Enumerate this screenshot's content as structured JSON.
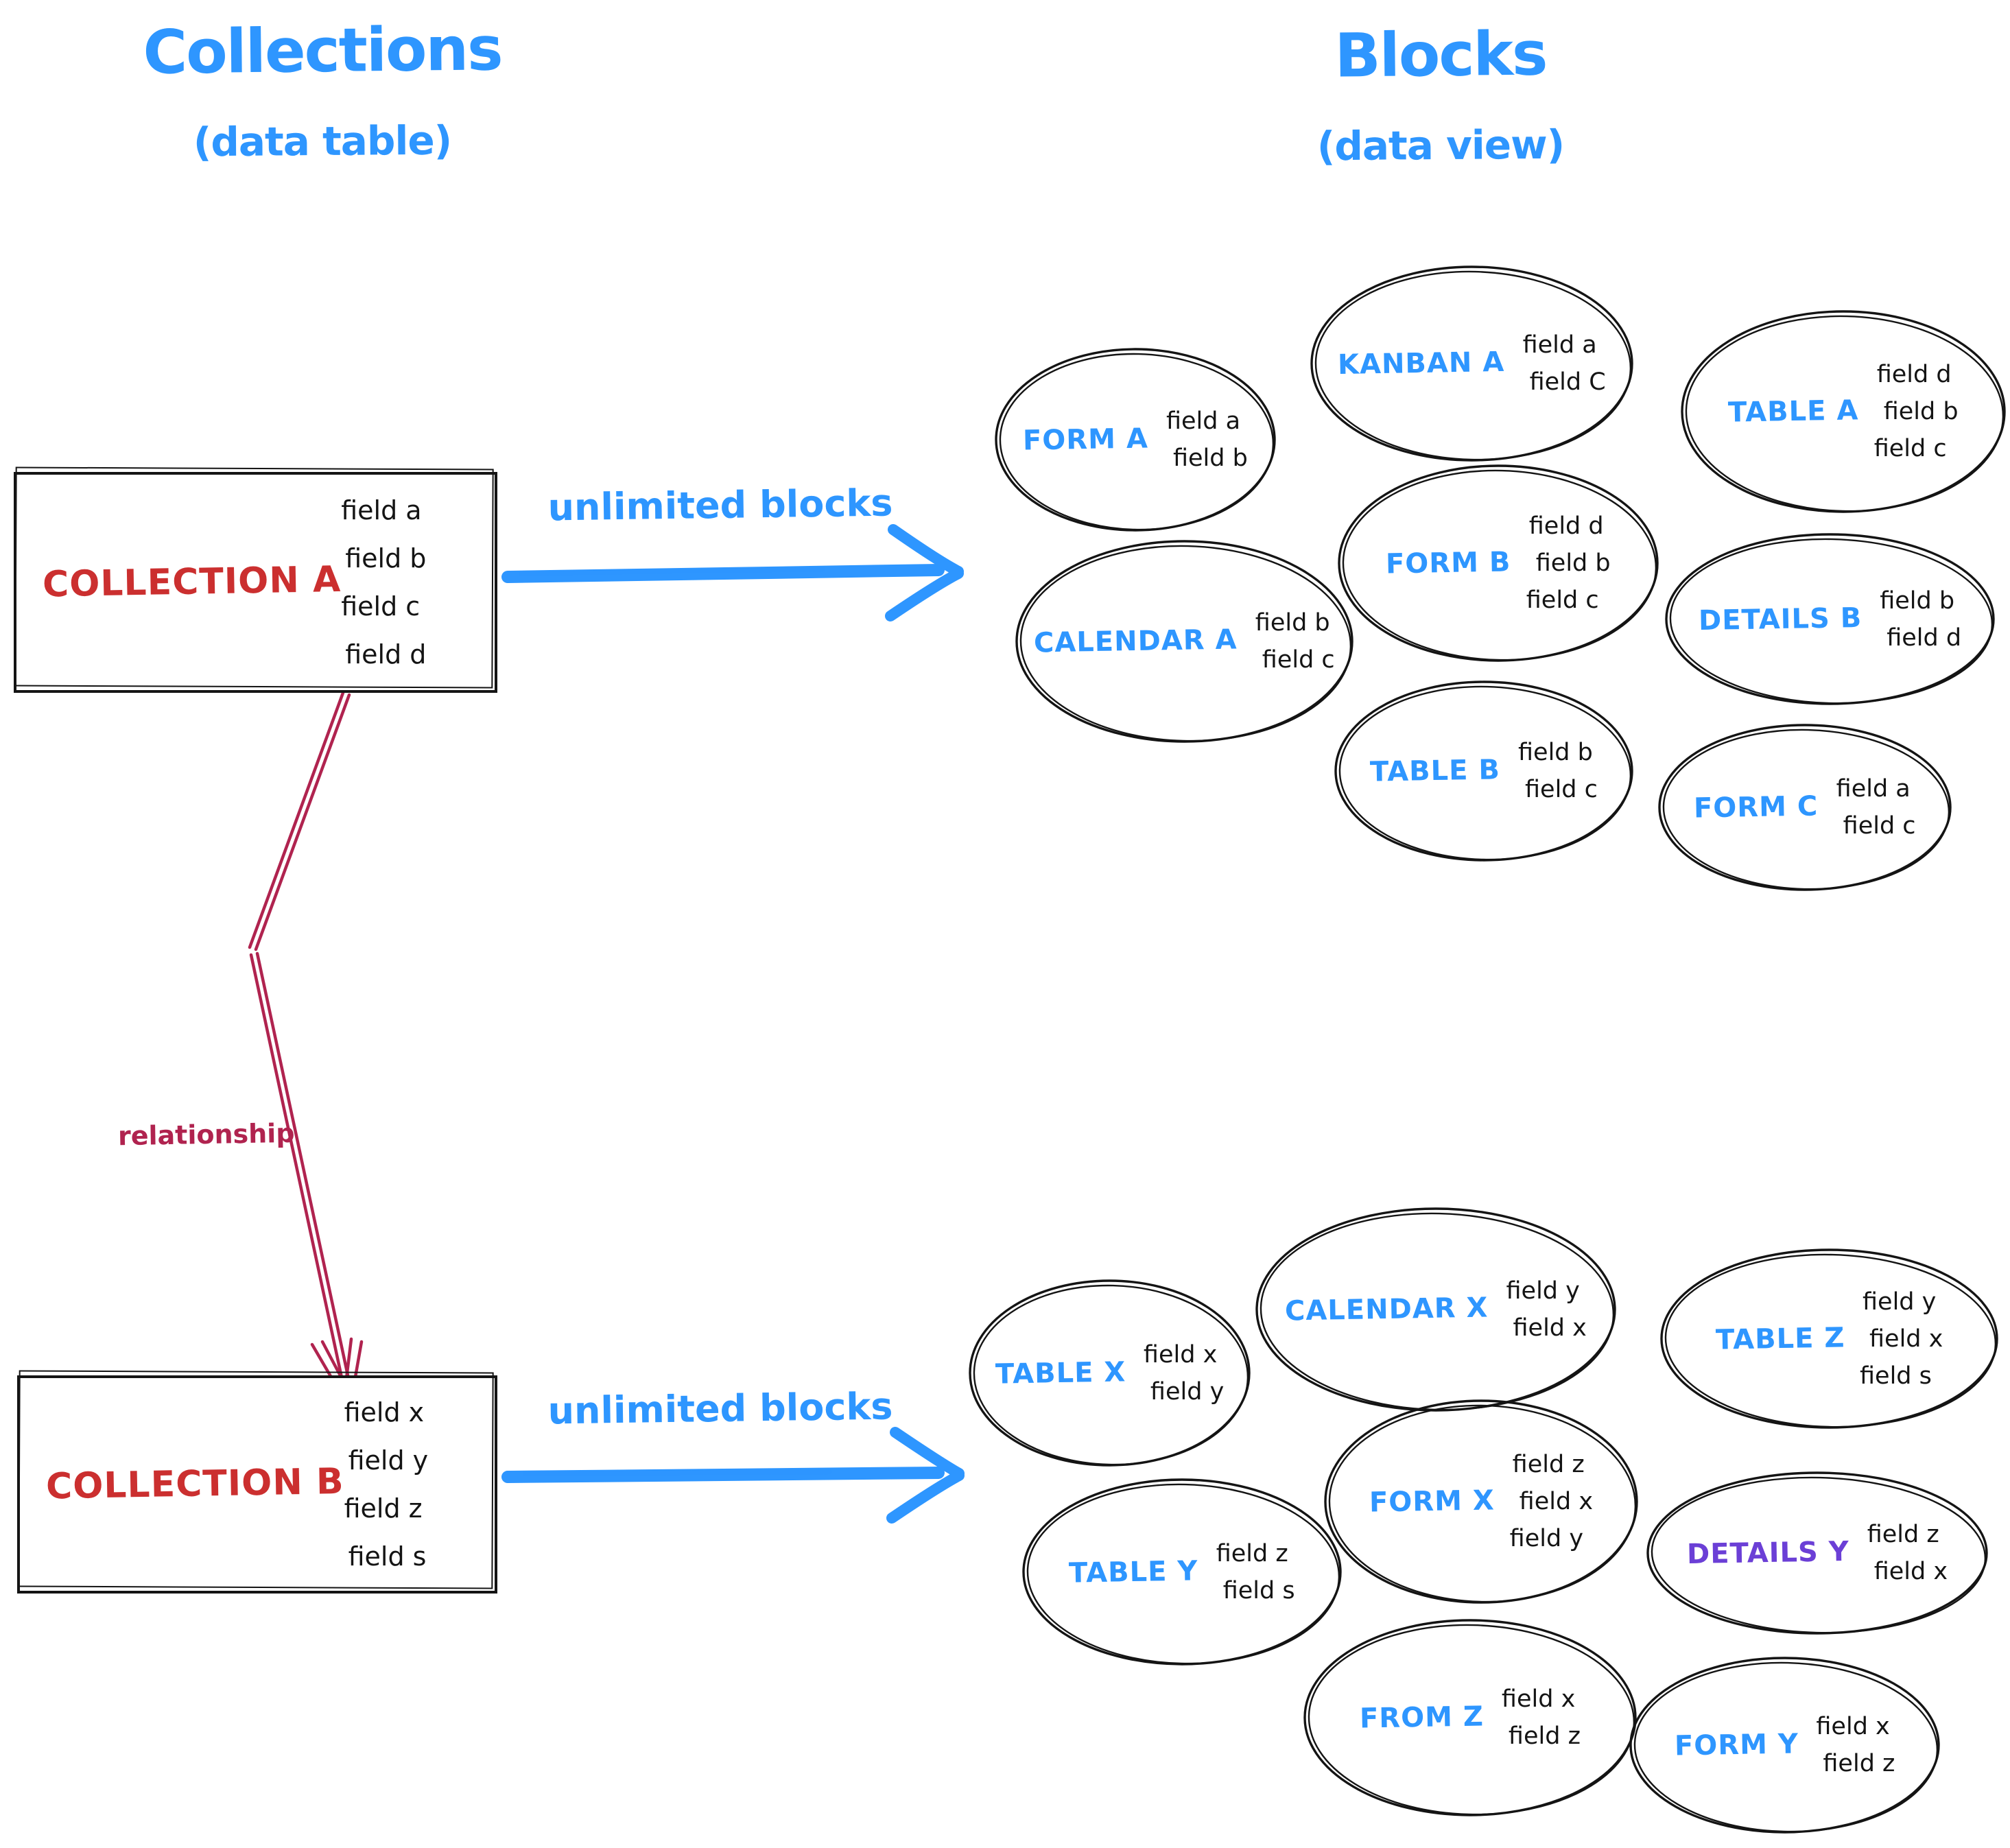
{
  "diagram": {
    "left": {
      "title": "Collections",
      "subtitle": "(data table)",
      "collections": [
        {
          "id": "collection-a",
          "name": "COLLECTION A",
          "fields": [
            "field a",
            "field b",
            "field c",
            "field d"
          ]
        },
        {
          "id": "collection-b",
          "name": "COLLECTION B",
          "fields": [
            "field x",
            "field y",
            "field z",
            "field s"
          ]
        }
      ],
      "relationship_label": "relationship"
    },
    "right": {
      "title": "Blocks",
      "subtitle": "(data view)",
      "arrows": [
        {
          "label": "unlimited blocks"
        },
        {
          "label": "unlimited blocks"
        }
      ],
      "blocks": [
        {
          "id": "form-a",
          "cluster": "collection-a",
          "label": "FORM A",
          "label_color": "blue",
          "fields": [
            "field a",
            "field b"
          ]
        },
        {
          "id": "kanban-a",
          "cluster": "collection-a",
          "label": "KANBAN A",
          "label_color": "blue",
          "fields": [
            "field a",
            "field C"
          ]
        },
        {
          "id": "table-a",
          "cluster": "collection-a",
          "label": "TABLE A",
          "label_color": "blue",
          "fields": [
            "field d",
            "field b",
            "field c"
          ]
        },
        {
          "id": "calendar-a",
          "cluster": "collection-a",
          "label": "CALENDAR A",
          "label_color": "blue",
          "fields": [
            "field b",
            "field c"
          ]
        },
        {
          "id": "form-b",
          "cluster": "collection-a",
          "label": "FORM B",
          "label_color": "blue",
          "fields": [
            "field d",
            "field b",
            "field c"
          ]
        },
        {
          "id": "details-b",
          "cluster": "collection-a",
          "label": "DETAILS B",
          "label_color": "blue",
          "fields": [
            "field b",
            "field d"
          ]
        },
        {
          "id": "table-b",
          "cluster": "collection-a",
          "label": "TABLE B",
          "label_color": "blue",
          "fields": [
            "field b",
            "field c"
          ]
        },
        {
          "id": "form-c",
          "cluster": "collection-a",
          "label": "FORM C",
          "label_color": "blue",
          "fields": [
            "field a",
            "field c"
          ]
        },
        {
          "id": "table-x",
          "cluster": "collection-b",
          "label": "TABLE X",
          "label_color": "blue",
          "fields": [
            "field x",
            "field y"
          ]
        },
        {
          "id": "calendar-x",
          "cluster": "collection-b",
          "label": "CALENDAR X",
          "label_color": "blue",
          "fields": [
            "field y",
            "field x"
          ]
        },
        {
          "id": "table-z",
          "cluster": "collection-b",
          "label": "TABLE Z",
          "label_color": "blue",
          "fields": [
            "field y",
            "field x",
            "field s"
          ]
        },
        {
          "id": "table-y",
          "cluster": "collection-b",
          "label": "TABLE Y",
          "label_color": "blue",
          "fields": [
            "field z",
            "field s"
          ]
        },
        {
          "id": "form-x",
          "cluster": "collection-b",
          "label": "FORM X",
          "label_color": "blue",
          "fields": [
            "field z",
            "field x",
            "field y"
          ]
        },
        {
          "id": "details-y",
          "cluster": "collection-b",
          "label": "DETAILS Y",
          "label_color": "purple",
          "fields": [
            "field z",
            "field x"
          ]
        },
        {
          "id": "from-z",
          "cluster": "collection-b",
          "label": "FROM Z",
          "label_color": "blue",
          "fields": [
            "field x",
            "field z"
          ]
        },
        {
          "id": "form-y",
          "cluster": "collection-b",
          "label": "FORM Y",
          "label_color": "blue",
          "fields": [
            "field x",
            "field z"
          ]
        }
      ]
    },
    "colors": {
      "accent_blue": "#2e96ff",
      "collection_red": "#cb2f2f",
      "relationship_crimson": "#b0234f",
      "details_purple": "#6b3fd6",
      "ink_black": "#141414"
    }
  }
}
